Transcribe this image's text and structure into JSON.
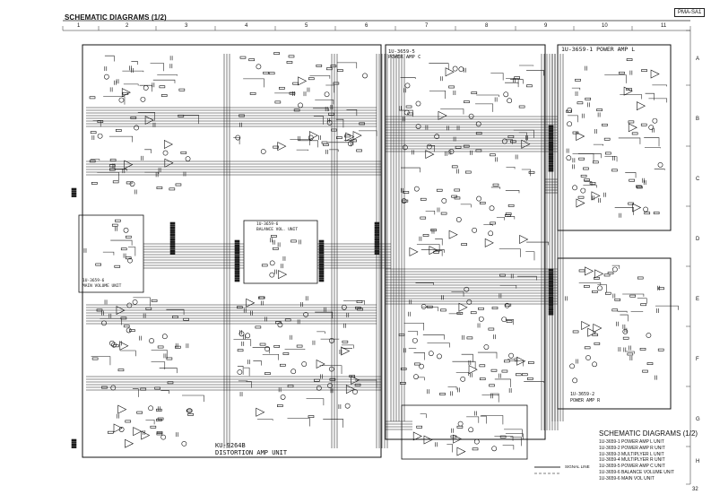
{
  "header": {
    "title": "SCHEMATIC DIAGRAMS (1/2)",
    "model": "PMA-SA1"
  },
  "grid": {
    "columns": [
      "1",
      "2",
      "3",
      "4",
      "5",
      "6",
      "7",
      "8",
      "9",
      "10",
      "11"
    ],
    "rows": [
      "A",
      "B",
      "C",
      "D",
      "E",
      "F",
      "G",
      "H"
    ]
  },
  "units": {
    "power_amp_l": "1U-3659-1  POWER AMP L",
    "power_amp_c_id": "1U-3659-5",
    "power_amp_c_name": "POWER AMP C",
    "balance_vol_id": "1U-3659-6",
    "balance_vol_name": "BALANCE VOL. UNIT",
    "main_volume_id": "1U-3659-6",
    "main_volume_name": "MAIN VOLUME UNIT",
    "distortion_id": "KU-9264B",
    "distortion_name": "DISTORTION AMP UNIT",
    "power_amp_r_id": "1U-3659-2",
    "power_amp_r_name": "POWER AMP R"
  },
  "legend": {
    "title": "SCHEMATIC DIAGRAMS (1/2)",
    "items": [
      "1U-3659-1  POWER AMP L UNIT",
      "1U-3659-2  POWER AMP R UNIT",
      "1U-3659-3  MULTIPLYER L UNIT",
      "1U-3659-4  MULTIPLYER R UNIT",
      "1U-3659-5  POWER AMP C UNIT",
      "1U-3659-6  BALANCE VOLUME UNIT",
      "1U-3659-6  MAIN VOL UNIT"
    ],
    "signal_line": "SIGNAL LINE"
  },
  "footer": {
    "page": "32"
  }
}
